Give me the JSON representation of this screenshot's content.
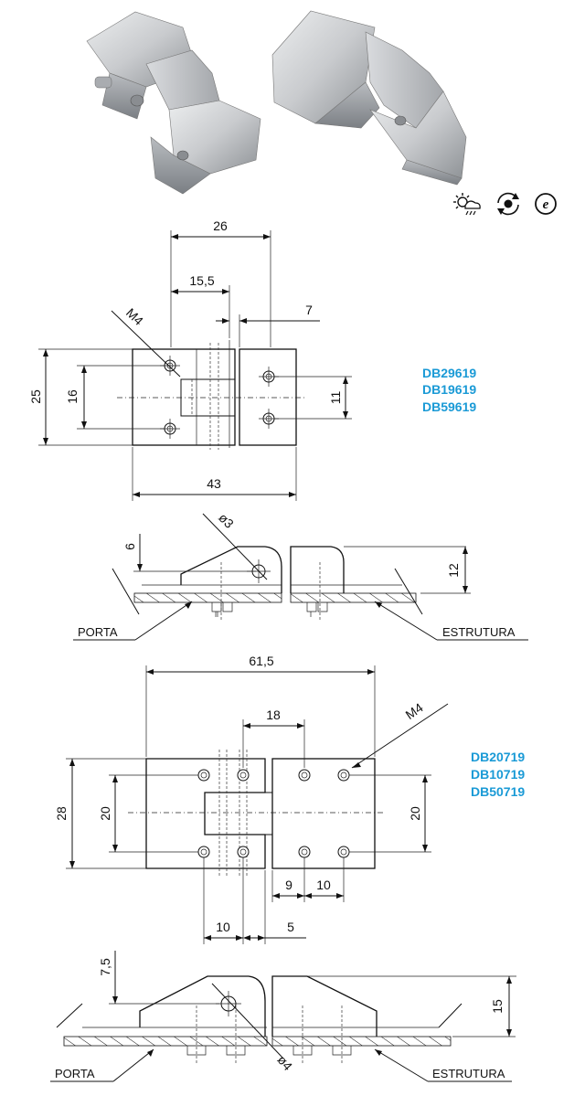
{
  "icons": [
    "weather-resistant-icon",
    "rotation-icon",
    "e-certification-icon"
  ],
  "colors": {
    "code_text": "#1a9ad6",
    "line": "#111111",
    "metal_light": "#d6d8da",
    "metal_dark": "#8e9296"
  },
  "drawing1": {
    "dims": {
      "top_width": "26",
      "inner_width": "15,5",
      "gap": "7",
      "thread": "M4",
      "height": "25",
      "hole_vertical": "16",
      "hole_right": "11",
      "total": "43"
    },
    "codes": [
      "DB29619",
      "DB19619",
      "DB59619"
    ]
  },
  "side1": {
    "dims": {
      "offset": "6",
      "pin_dia": "ø3",
      "height": "12"
    },
    "labels": {
      "door": "PORTA",
      "frame": "ESTRUTURA"
    }
  },
  "drawing2": {
    "dims": {
      "total_width": "61,5",
      "hole_spacing": "18",
      "thread": "M4",
      "height": "28",
      "hole_vertical_left": "20",
      "hole_vertical_right": "20",
      "offset_a": "9",
      "offset_b": "10",
      "offset_c": "10",
      "offset_d": "5"
    },
    "codes": [
      "DB20719",
      "DB10719",
      "DB50719"
    ]
  },
  "side2": {
    "dims": {
      "offset": "7,5",
      "pin_dia": "ø4",
      "height": "15"
    },
    "labels": {
      "door": "PORTA",
      "frame": "ESTRUTURA"
    }
  }
}
